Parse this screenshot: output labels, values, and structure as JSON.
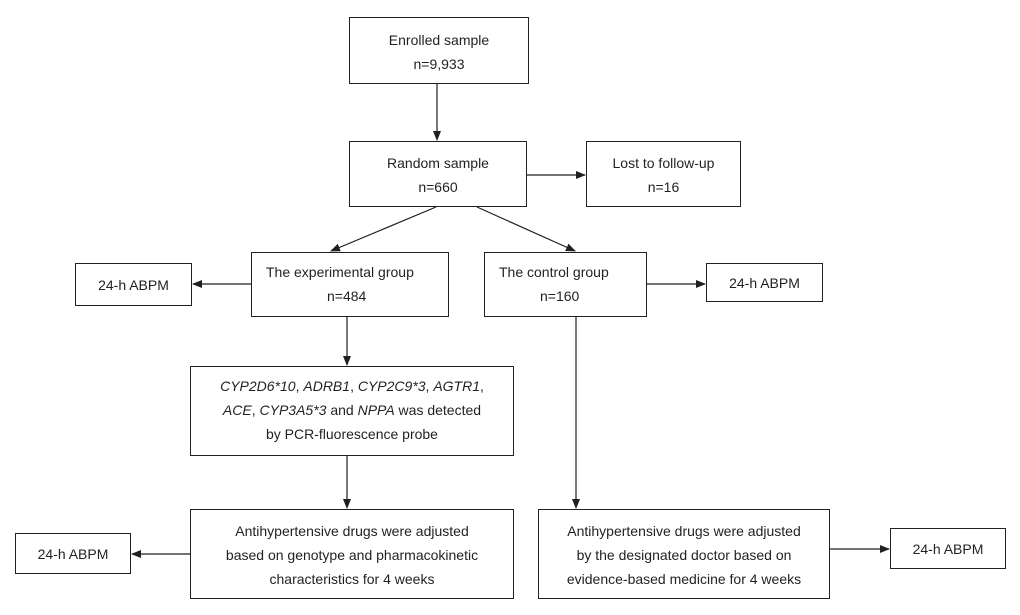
{
  "enrolled": {
    "title": "Enrolled sample",
    "n": "n=9,933"
  },
  "random": {
    "title": "Random sample",
    "n": "n=660"
  },
  "lost": {
    "title": "Lost to follow-up",
    "n": "n=16"
  },
  "experimental": {
    "title": "The experimental group",
    "n": "n=484"
  },
  "control": {
    "title": "The control group",
    "n": "n=160"
  },
  "abpm": {
    "label": "24-h ABPM"
  },
  "genes": {
    "g1": "CYP2D6*10",
    "sep1": ", ",
    "g2": "ADRB1",
    "sep2": ", ",
    "g3": "CYP2C9*3",
    "sep3": ", ",
    "g4": "AGTR1",
    "sep4": ",",
    "g5": "ACE",
    "sep5": ", ",
    "g6": "CYP3A5*3",
    "and": " and ",
    "g7": "NPPA",
    "detected": " was detected",
    "line3": "by PCR-fluorescence probe"
  },
  "adjust_exp": {
    "line1": "Antihypertensive drugs were adjusted",
    "line2": "based on genotype and pharmacokinetic",
    "line3": "characteristics for 4 weeks"
  },
  "adjust_ctrl": {
    "line1": "Antihypertensive drugs were adjusted",
    "line2": "by the designated doctor based on",
    "line3": "evidence-based medicine for 4 weeks"
  }
}
